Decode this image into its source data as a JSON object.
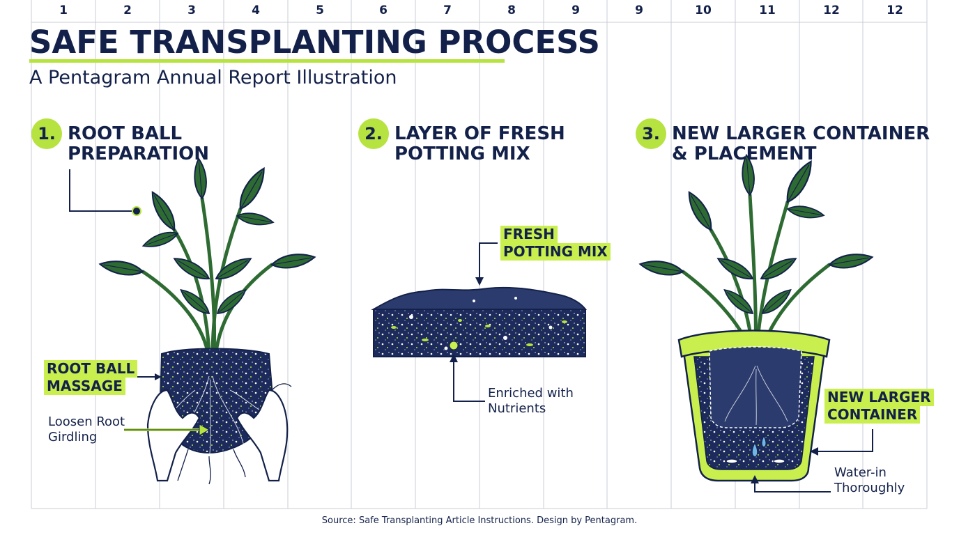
{
  "grid_numbers": [
    "1",
    "2",
    "3",
    "4",
    "5",
    "6",
    "7",
    "8",
    "9",
    "9",
    "10",
    "11",
    "12",
    "12"
  ],
  "header": {
    "title": "SAFE TRANSPLANTING PROCESS",
    "subtitle": "A Pentagram Annual Report Illustration"
  },
  "steps": [
    {
      "number": "1.",
      "title_line1": "ROOT BALL",
      "title_line2": "PREPARATION"
    },
    {
      "number": "2.",
      "title_line1": "LAYER OF FRESH",
      "title_line2": "POTTING MIX"
    },
    {
      "number": "3.",
      "title_line1": "NEW LARGER CONTAINER",
      "title_line2": "& PLACEMENT"
    }
  ],
  "callouts": {
    "root_ball_massage_line1": "ROOT BALL",
    "root_ball_massage_line2": "MASSAGE",
    "loosen_line1": "Loosen Root",
    "loosen_line2": "Girdling",
    "fresh_mix_line1": "FRESH",
    "fresh_mix_line2": "POTTING MIX",
    "enriched_line1": "Enriched with",
    "enriched_line2": "Nutrients",
    "new_container_line1": "NEW LARGER",
    "new_container_line2": "CONTAINER",
    "water_line1": "Water-in",
    "water_line2": "Thoroughly"
  },
  "source": "Source: Safe Transplanting Article Instructions. Design by Pentagram.",
  "colors": {
    "navy": "#13214a",
    "lime": "#b6e340",
    "leaf": "#2e6b32",
    "grid": "#c9ccd4"
  }
}
